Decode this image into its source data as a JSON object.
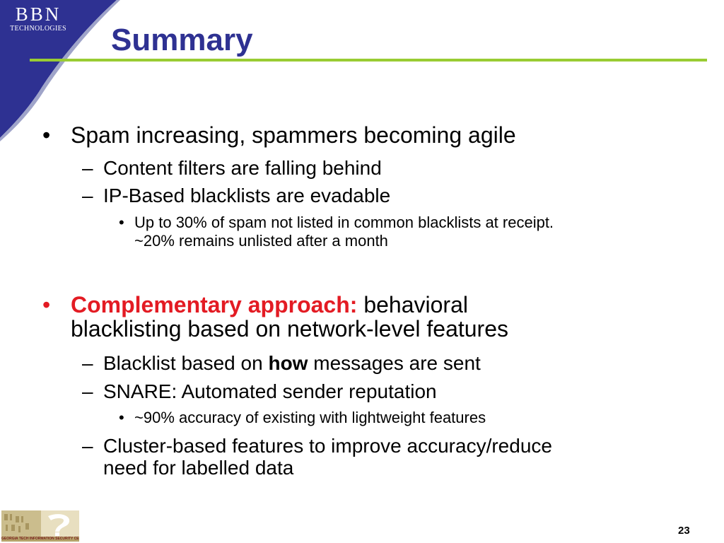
{
  "header": {
    "logo_main": "BBN",
    "logo_sub": "TECHNOLOGIES",
    "title": "Summary"
  },
  "bullets": [
    {
      "text": "Spam increasing, spammers becoming agile"
    },
    {
      "text": "Content filters are falling behind"
    },
    {
      "text": "IP-Based blacklists are evadable"
    },
    {
      "line1": "Up to 30% of spam not listed in common blacklists at receipt.",
      "line2": "~20% remains unlisted after a month"
    },
    {
      "highlight": "Complementary approach:",
      "rest": " behavioral",
      "line2": "blacklisting based on network-level features"
    },
    {
      "before": "Blacklist based on ",
      "bold": "how",
      "after": " messages are sent"
    },
    {
      "text": "SNARE: Automated sender reputation"
    },
    {
      "text": "~90% accuracy of existing with lightweight features"
    },
    {
      "line1": "Cluster-based features to improve accuracy/reduce",
      "line2": "need for labelled data"
    }
  ],
  "markers": {
    "level1": "•",
    "level2": "–",
    "level3": "•"
  },
  "footer": {
    "logo_caption": "GEORGIA TECH INFORMATION SECURITY CENTER",
    "page_number": "23"
  },
  "colors": {
    "title": "#2e3192",
    "rule": "#99cc33",
    "highlight": "#e31b23",
    "corner": "#2e3192"
  }
}
